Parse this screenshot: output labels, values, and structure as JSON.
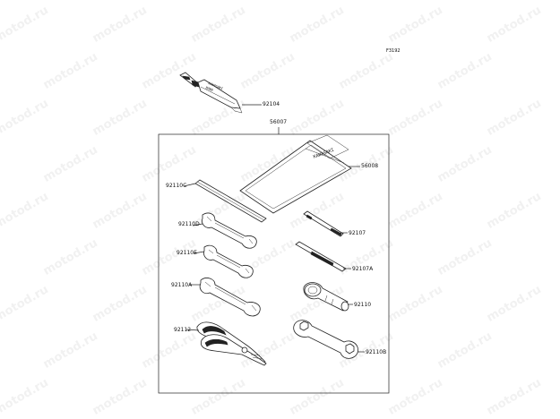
{
  "watermark": {
    "text": "motod.ru"
  },
  "figure": {
    "code": "F3192"
  },
  "callouts": {
    "tube": "92104",
    "kit": "56007",
    "bag": "56008",
    "rod": "92110C",
    "screwdriver": "92107",
    "screwdriver_handle": "92107A",
    "wrench_d": "92110D",
    "wrench_e": "92110E",
    "wrench_a": "92110A",
    "socket": "92110",
    "pliers": "92112",
    "spanner_b": "92110B"
  },
  "printed": {
    "bag_text": "KAWASAKI",
    "tube_text": [
      "KAWASAKI",
      "BOND"
    ]
  }
}
